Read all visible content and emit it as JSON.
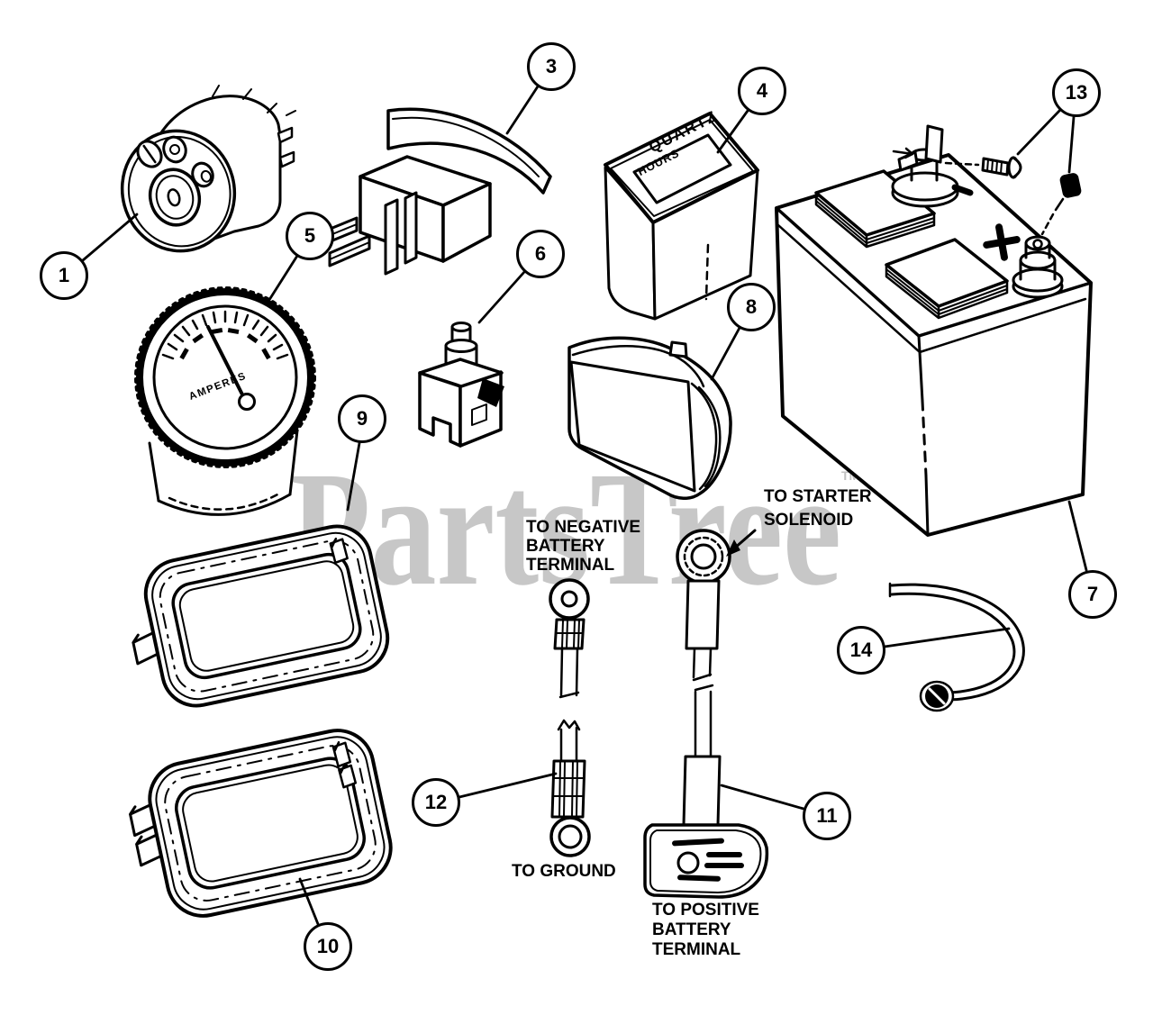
{
  "watermark": {
    "text": "PartsTree",
    "tm": "TM",
    "color": "#c7c7c7"
  },
  "colors": {
    "line": "#000000",
    "background": "#ffffff",
    "watermark": "#c7c7c7"
  },
  "labels": {
    "starter": {
      "line1": "TO STARTER",
      "line2": "SOLENOID"
    },
    "negative": {
      "line1": "TO NEGATIVE",
      "line2": "BATTERY",
      "line3": "TERMINAL"
    },
    "ground": {
      "line1": "TO GROUND"
    },
    "positive": {
      "line1": "TO POSITIVE",
      "line2": "BATTERY",
      "line3": "TERMINAL"
    }
  },
  "part_text": {
    "hour_meter_brand": "QUARTZ",
    "hour_meter_unit": "HOURS",
    "ammeter_unit": "AMPERES"
  },
  "callouts": [
    {
      "number": "1",
      "part": "ignition-key-switch"
    },
    {
      "number": "3",
      "part": "relay"
    },
    {
      "number": "4",
      "part": "hour-meter"
    },
    {
      "number": "5",
      "part": "ammeter-gauge"
    },
    {
      "number": "6",
      "part": "plunger-switch"
    },
    {
      "number": "7",
      "part": "battery"
    },
    {
      "number": "8",
      "part": "headlight"
    },
    {
      "number": "9",
      "part": "upper-bezel"
    },
    {
      "number": "10",
      "part": "lower-bezel"
    },
    {
      "number": "11",
      "part": "positive-battery-cable"
    },
    {
      "number": "12",
      "part": "ground-cable"
    },
    {
      "number": "13",
      "part": "terminal-hardware"
    },
    {
      "number": "14",
      "part": "ground-strap"
    }
  ]
}
